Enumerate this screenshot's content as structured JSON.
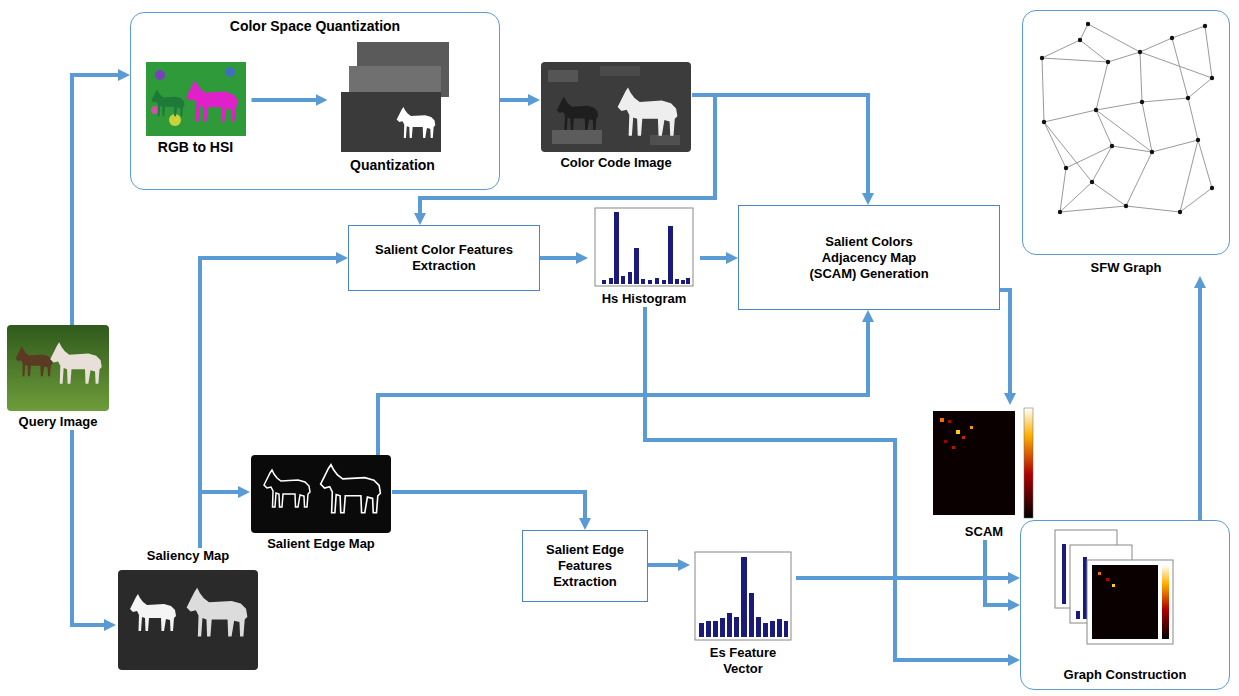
{
  "diagram": {
    "nodes": [
      {
        "text": [
          "Color Space Quantization"
        ]
      },
      {
        "text": [
          "RGB to HSI"
        ],
        "in": 0
      },
      {
        "text": [
          "Quantization"
        ],
        "in": 0
      },
      {
        "text": [
          "Color Code Image"
        ]
      },
      {
        "text": [
          "Query Image"
        ]
      },
      {
        "text": [
          "Salient Color Features Extraction"
        ]
      },
      {
        "text": [
          "Hs Histogram"
        ]
      },
      {
        "text": [
          "Salient Colors Adjacency Map (SCAM) Generation"
        ]
      },
      {
        "text": [
          "SCAM"
        ]
      },
      {
        "text": [
          "SFW Graph"
        ]
      },
      {
        "text": [
          "Saliency Map"
        ]
      },
      {
        "text": [
          "Salient Edge Map"
        ]
      },
      {
        "text": [
          "Salient Edge Features Extraction"
        ]
      },
      {
        "text": [
          "Es Feature Vector"
        ]
      },
      {
        "text": [
          "Graph Construction"
        ]
      }
    ],
    "edges": [
      {
        "from": 4,
        "to": 0,
        "arrow": "to"
      },
      {
        "from": 4,
        "to": 10,
        "arrow": "to"
      },
      {
        "from": 1,
        "to": 2,
        "arrow": "to"
      },
      {
        "from": 0,
        "to": 3,
        "arrow": "to"
      },
      {
        "from": 3,
        "to": 5,
        "arrow": "to"
      },
      {
        "from": 3,
        "to": 7,
        "arrow": "to"
      },
      {
        "from": 10,
        "to": 5,
        "arrow": "to"
      },
      {
        "from": 10,
        "to": 11,
        "arrow": "to"
      },
      {
        "from": 5,
        "to": 6,
        "arrow": "to"
      },
      {
        "from": 6,
        "to": 7,
        "arrow": "to"
      },
      {
        "from": 11,
        "to": 7,
        "arrow": "to"
      },
      {
        "from": 11,
        "to": 12,
        "arrow": "to"
      },
      {
        "from": 12,
        "to": 13,
        "arrow": "to"
      },
      {
        "from": 6,
        "to": 14,
        "arrow": "to"
      },
      {
        "from": 13,
        "to": 14,
        "arrow": "to"
      },
      {
        "from": 7,
        "to": 8,
        "arrow": "to"
      },
      {
        "from": 8,
        "to": 14,
        "arrow": "to"
      },
      {
        "from": 14,
        "to": 9,
        "arrow": "to"
      }
    ]
  }
}
